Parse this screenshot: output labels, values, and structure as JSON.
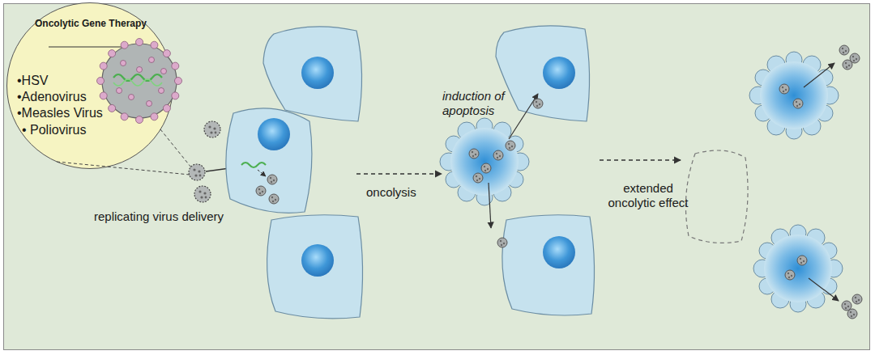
{
  "diagram": {
    "nodes": [
      {
        "text": [
          "Oncolytic Gene Therapy",
          "•HSV",
          "•Adenovirus",
          "•Measles Virus",
          "• Poliovirus"
        ]
      }
    ],
    "labels": [
      "replicating virus delivery",
      "induction of apoptosis",
      "oncolysis",
      "extended oncolytic effect"
    ]
  }
}
